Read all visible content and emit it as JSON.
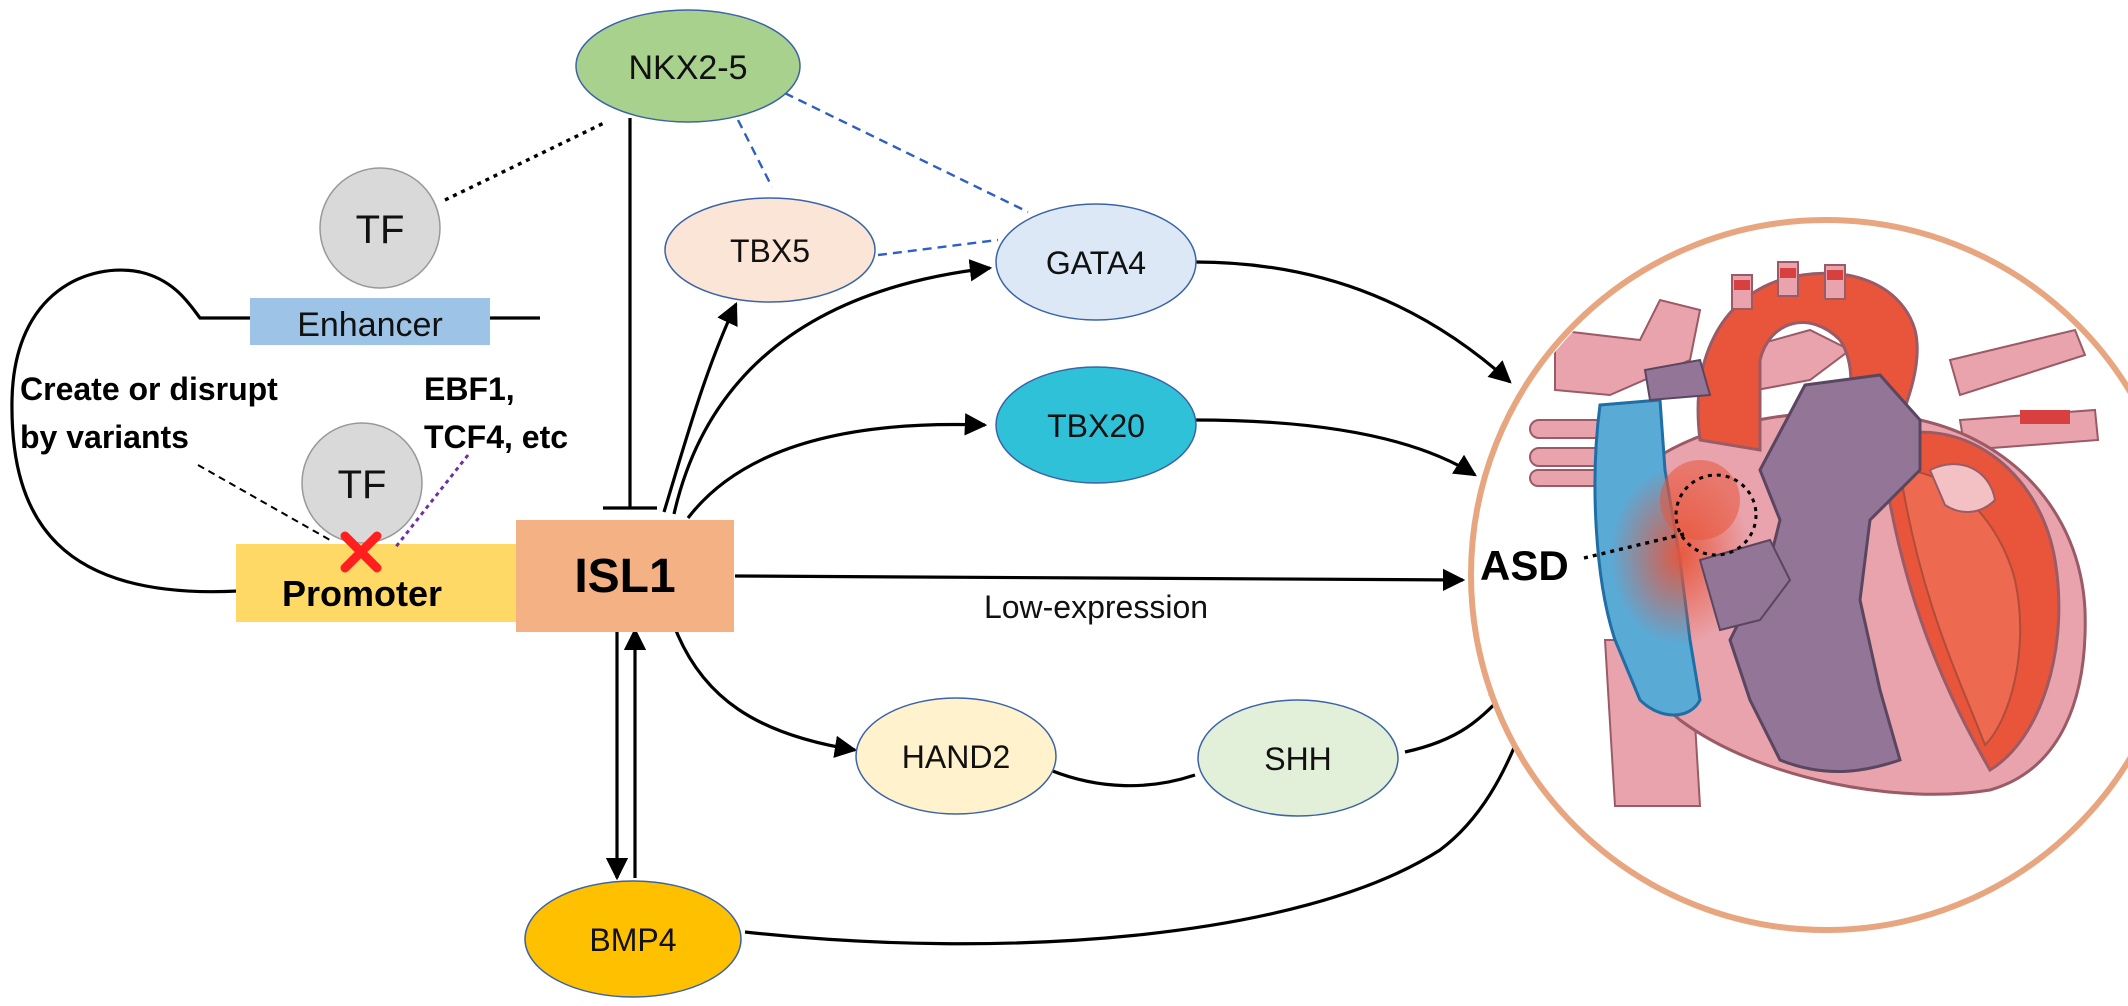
{
  "nodes": {
    "nkx25": "NKX2-5",
    "tbx5": "TBX5",
    "gata4": "GATA4",
    "tbx20": "TBX20",
    "isl1": "ISL1",
    "hand2": "HAND2",
    "shh": "SHH",
    "bmp4": "BMP4",
    "tf_top": "TF",
    "tf_bottom": "TF",
    "enhancer": "Enhancer",
    "promoter": "Promoter"
  },
  "labels": {
    "variants_line1": "Create or disrupt",
    "variants_line2": "by variants",
    "factors_line1": "EBF1,",
    "factors_line2": "TCF4, etc",
    "low_expression": "Low-expression",
    "asd": "ASD"
  },
  "colors": {
    "nkx25": "#a9d18e",
    "tbx5": "#fbe5d6",
    "gata4": "#dce8f5",
    "tbx20": "#2ec1d8",
    "isl1": "#f4b183",
    "hand2": "#fff2cc",
    "shh": "#e2efd9",
    "bmp4": "#ffc000",
    "promoter": "#ffd966",
    "enhancer": "#9dc3e6",
    "tf": "#d9d9d9",
    "heart_circle": "#f4b183"
  },
  "icons": [
    "red-x-icon",
    "heart-illustration"
  ]
}
